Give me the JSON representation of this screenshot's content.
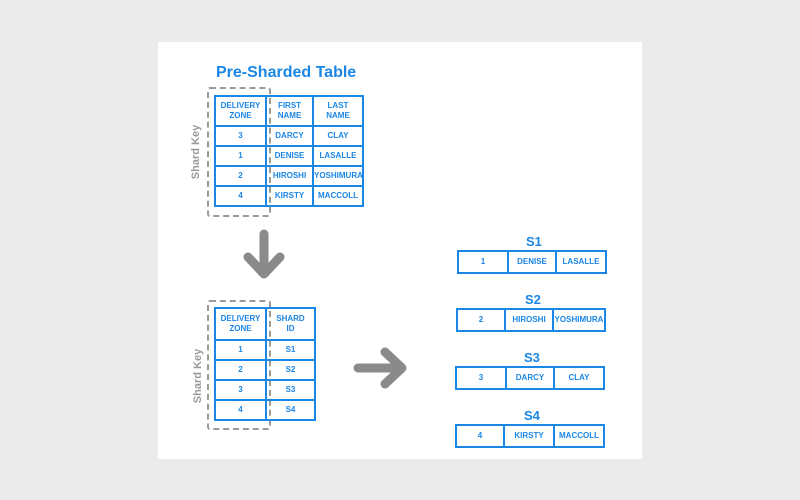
{
  "colors": {
    "accent": "#1a86e6",
    "arrow": "#8a8a8a",
    "dashed": "#9a9a9a"
  },
  "title": "Pre-Sharded Table",
  "shard_key_label": "Shard Key",
  "table1": {
    "headers": [
      "DELIVERY\nZONE",
      "FIRST\nNAME",
      "LAST\nNAME"
    ],
    "rows": [
      [
        "3",
        "DARCY",
        "CLAY"
      ],
      [
        "1",
        "DENISE",
        "LASALLE"
      ],
      [
        "2",
        "HIROSHI",
        "YOSHIMURA"
      ],
      [
        "4",
        "KIRSTY",
        "MACCOLL"
      ]
    ]
  },
  "table2": {
    "headers": [
      "DELIVERY\nZONE",
      "SHARD\nID"
    ],
    "rows": [
      [
        "1",
        "S1"
      ],
      [
        "2",
        "S2"
      ],
      [
        "3",
        "S3"
      ],
      [
        "4",
        "S4"
      ]
    ]
  },
  "shards": [
    {
      "name": "S1",
      "row": [
        "1",
        "DENISE",
        "LASALLE"
      ]
    },
    {
      "name": "S2",
      "row": [
        "2",
        "HIROSHI",
        "YOSHIMURA"
      ]
    },
    {
      "name": "S3",
      "row": [
        "3",
        "DARCY",
        "CLAY"
      ]
    },
    {
      "name": "S4",
      "row": [
        "4",
        "KIRSTY",
        "MACCOLL"
      ]
    }
  ],
  "icons": {
    "down_arrow": "arrow-down-icon",
    "right_arrow": "arrow-right-icon"
  }
}
